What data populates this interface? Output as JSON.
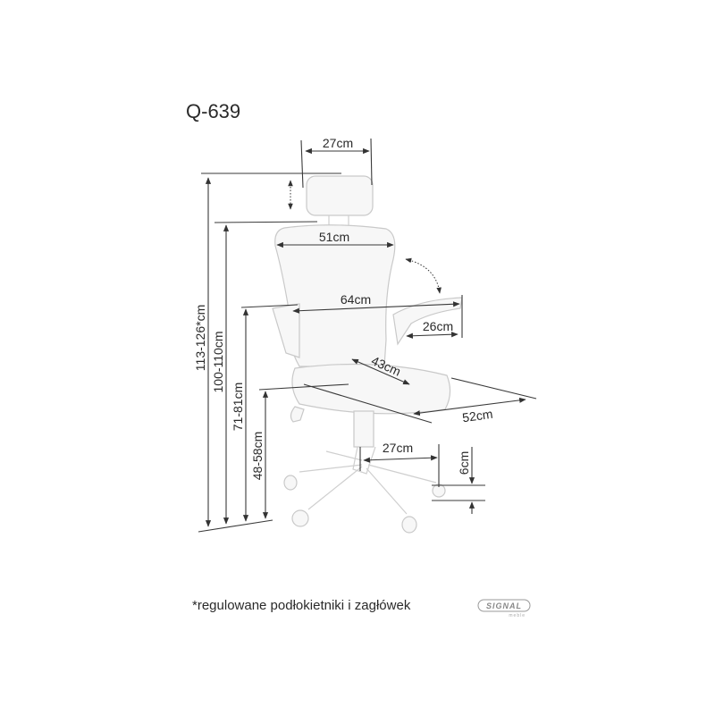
{
  "title": "Q-639",
  "dimensions": {
    "headrest_width": "27cm",
    "backrest_width": "51cm",
    "armrest_span": "64cm",
    "armrest_length": "26cm",
    "seat_depth": "43cm",
    "seat_width": "52cm",
    "base_radius": "27cm",
    "caster_height": "6cm",
    "total_height": "113-126*cm",
    "backrest_height": "100-110cm",
    "armrest_height": "71-81cm",
    "seat_height": "48-58cm"
  },
  "footnote": "*regulowane podłokietniki i zagłówek",
  "logo": {
    "brand": "SIGNAL",
    "sub": "meble"
  }
}
